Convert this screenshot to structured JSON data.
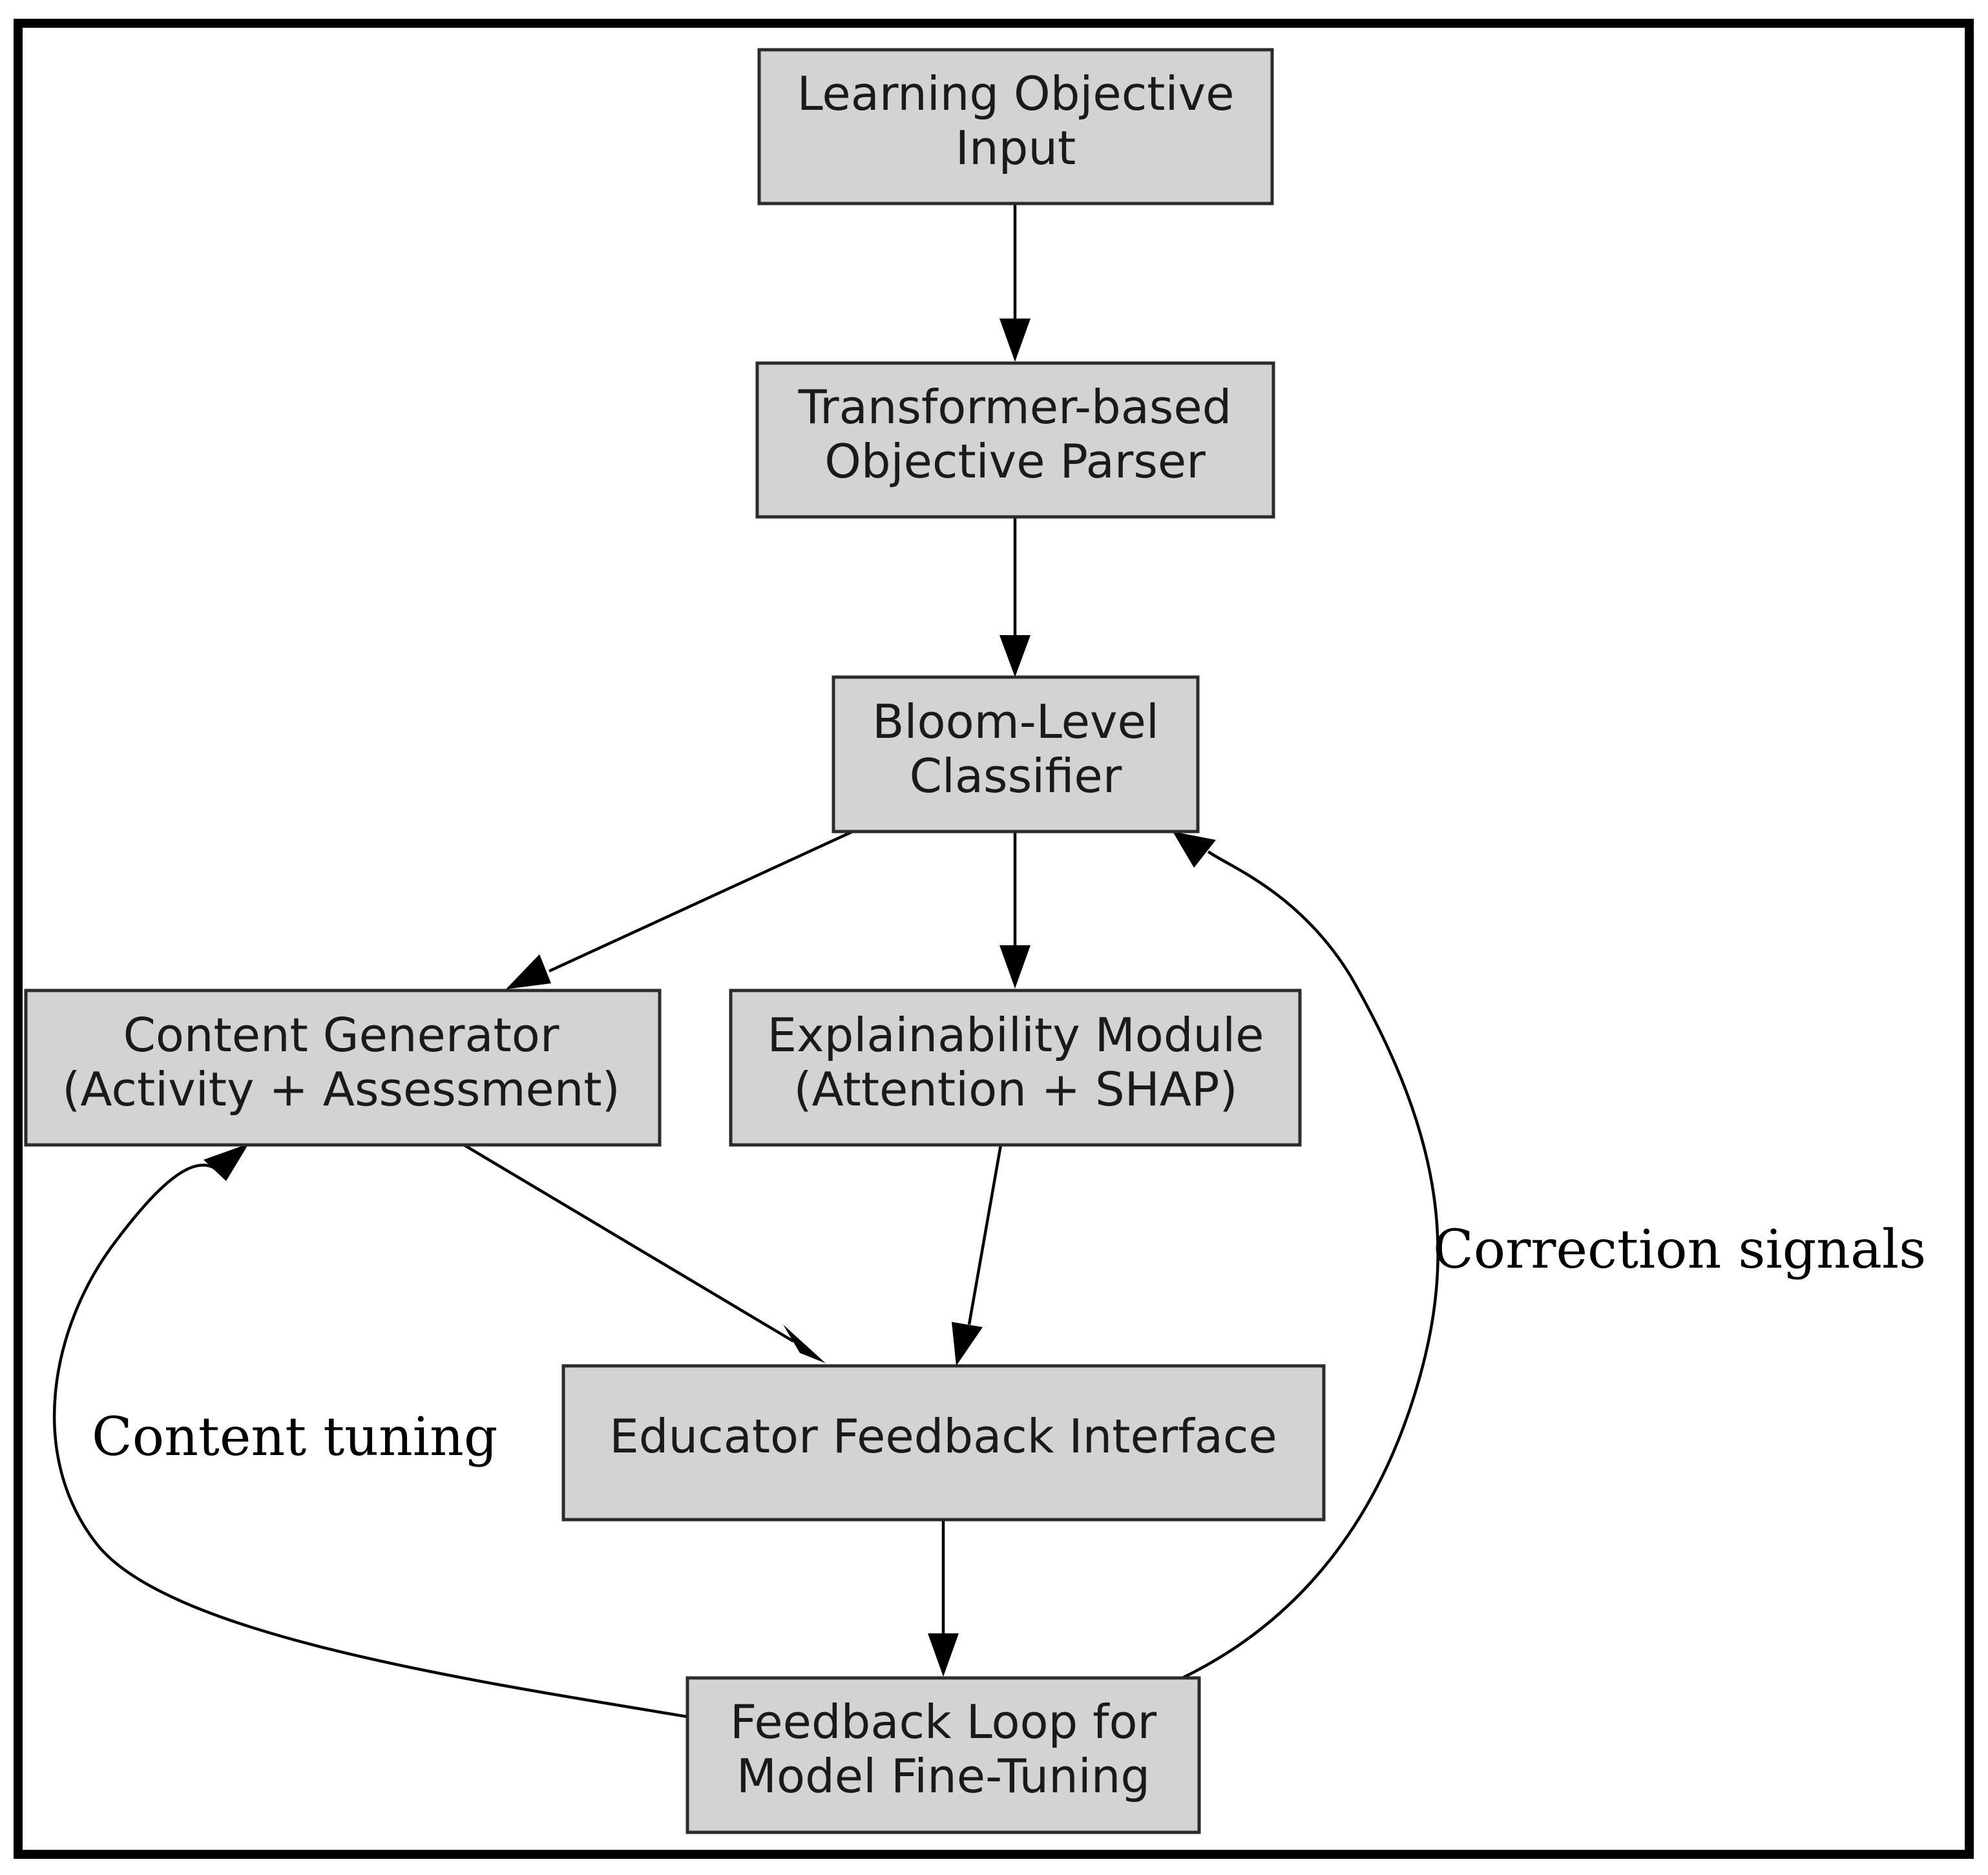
{
  "diagram": {
    "nodes": [
      {
        "id": "objective-input",
        "lines": [
          "Learning Objective",
          "Input"
        ]
      },
      {
        "id": "objective-parser",
        "lines": [
          "Transformer-based",
          "Objective Parser"
        ]
      },
      {
        "id": "bloom-classifier",
        "lines": [
          "Bloom-Level",
          "Classifier"
        ]
      },
      {
        "id": "content-generator",
        "lines": [
          "Content Generator",
          "(Activity + Assessment)"
        ]
      },
      {
        "id": "explainability-module",
        "lines": [
          "Explainability Module",
          "(Attention + SHAP)"
        ]
      },
      {
        "id": "educator-feedback",
        "lines": [
          "Educator Feedback Interface"
        ]
      },
      {
        "id": "feedback-loop",
        "lines": [
          "Feedback Loop for",
          "Model Fine-Tuning"
        ]
      }
    ],
    "edges": [
      {
        "from": "objective-input",
        "to": "objective-parser",
        "label": ""
      },
      {
        "from": "objective-parser",
        "to": "bloom-classifier",
        "label": ""
      },
      {
        "from": "bloom-classifier",
        "to": "content-generator",
        "label": ""
      },
      {
        "from": "bloom-classifier",
        "to": "explainability-module",
        "label": ""
      },
      {
        "from": "content-generator",
        "to": "educator-feedback",
        "label": ""
      },
      {
        "from": "explainability-module",
        "to": "educator-feedback",
        "label": ""
      },
      {
        "from": "educator-feedback",
        "to": "feedback-loop",
        "label": ""
      },
      {
        "from": "feedback-loop",
        "to": "content-generator",
        "label": "Content tuning"
      },
      {
        "from": "feedback-loop",
        "to": "bloom-classifier",
        "label": "Correction signals"
      }
    ]
  }
}
